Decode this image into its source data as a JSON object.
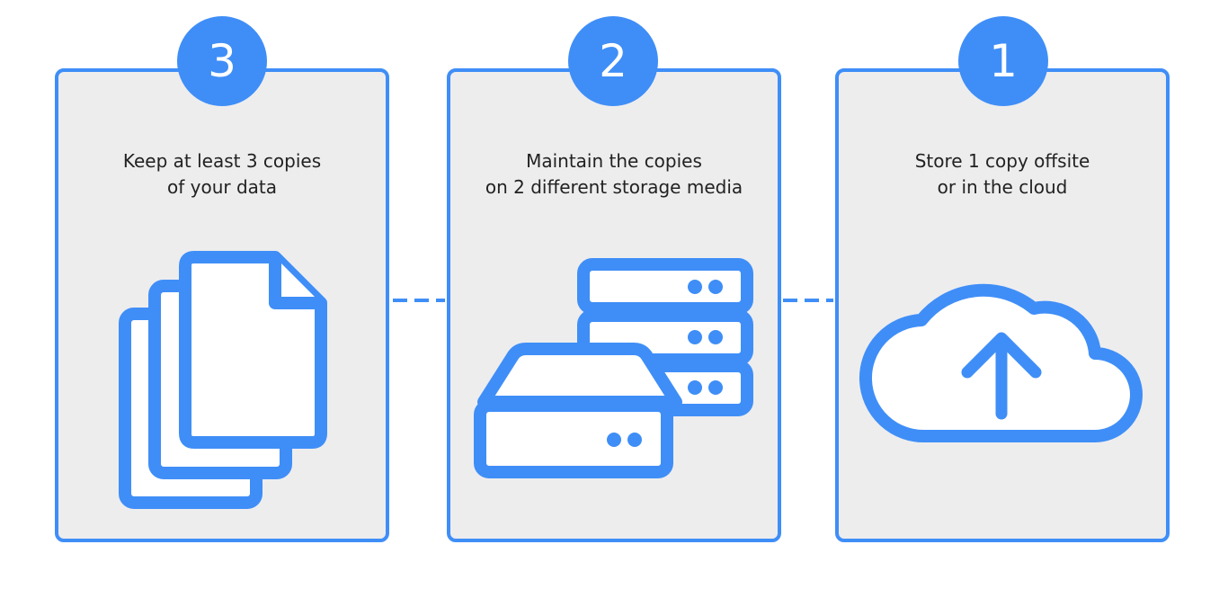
{
  "accent_color": "#3f8ef7",
  "panel_background": "#ededee",
  "steps": [
    {
      "number": "3",
      "line1": "Keep at least 3 copies",
      "line2": "of your data",
      "icon": "documents-icon"
    },
    {
      "number": "2",
      "line1": "Maintain the copies",
      "line2": "on 2 different storage media",
      "icon": "storage-servers-icon"
    },
    {
      "number": "1",
      "line1": "Store 1 copy offsite",
      "line2": "or in the cloud",
      "icon": "cloud-upload-icon"
    }
  ]
}
